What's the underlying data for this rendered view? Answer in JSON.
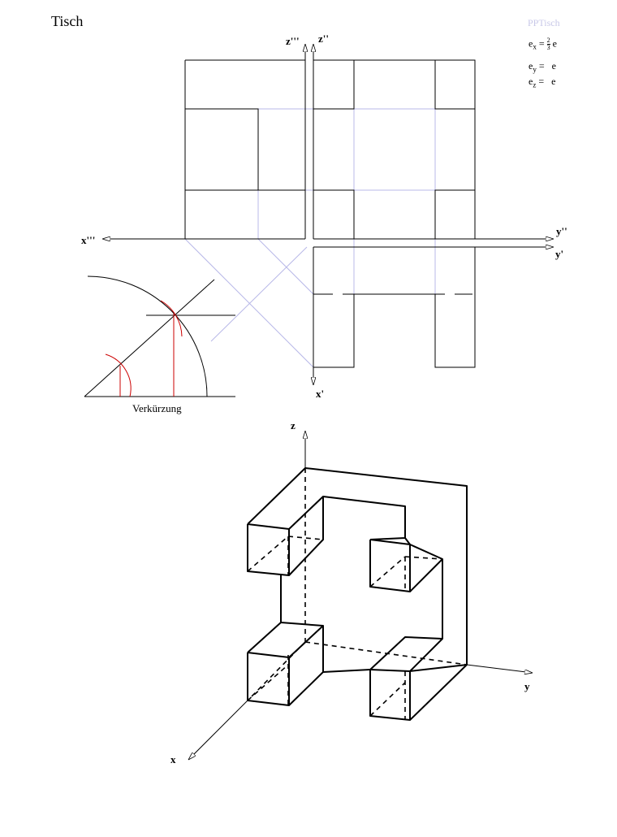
{
  "title": "Tisch",
  "legend_label": "PPTisch",
  "equations": {
    "ex": {
      "lhs": "e",
      "sub": "x",
      "op": "=",
      "num": "2",
      "den": "3",
      "rhs": "e"
    },
    "ey": {
      "lhs": "e",
      "sub": "y",
      "op": "=",
      "rhs": "e"
    },
    "ez": {
      "lhs": "e",
      "sub": "z",
      "op": "=",
      "rhs": "e"
    }
  },
  "axes_views": {
    "z3": "z'''",
    "z2": "z''",
    "x3": "x'''",
    "y2": "y''",
    "y1": "y'",
    "x1": "x'"
  },
  "verkuerzung_label": "Verkürzung",
  "axes_axonometric": {
    "z": "z",
    "y": "y",
    "x": "x"
  },
  "colors": {
    "line": "#000000",
    "construction": "#b8b8e8",
    "red": "#cc0000",
    "legend": "#c8c8e8"
  }
}
